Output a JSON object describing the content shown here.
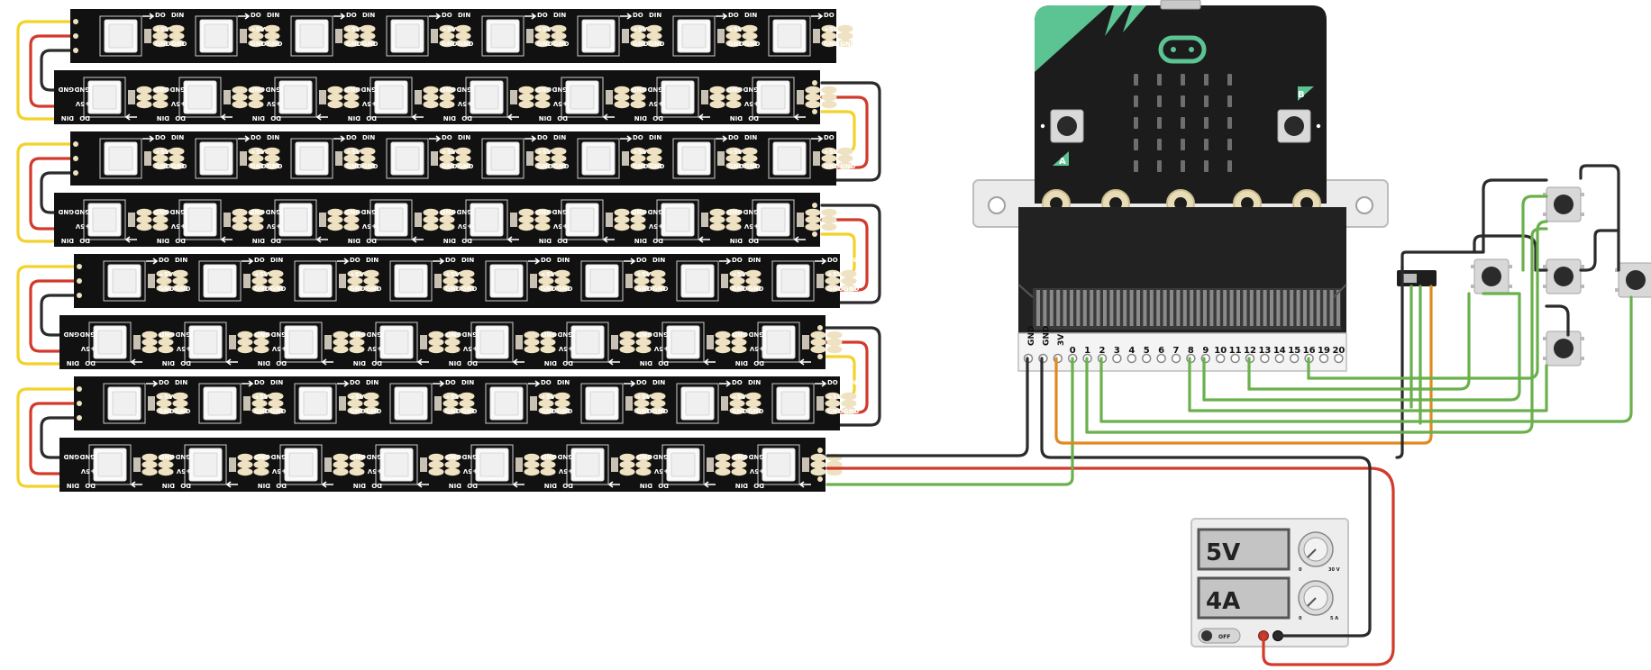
{
  "strip": {
    "pad_din": "DIN",
    "pad_do": "DO",
    "pad_vcc": "+5V",
    "pad_gnd": "GND",
    "rows": 8,
    "pixels_per_row": 8
  },
  "edge_connector": {
    "labels": [
      "GND",
      "GND",
      "3V",
      "0",
      "1",
      "2",
      "3",
      "4",
      "5",
      "6",
      "7",
      "8",
      "9",
      "10",
      "11",
      "12",
      "13",
      "14",
      "15",
      "16",
      "19",
      "20"
    ],
    "dim_labels": [
      "3",
      "4",
      "6",
      "7",
      "9",
      "10",
      "12",
      "19",
      "20"
    ]
  },
  "microbit": {
    "button_a_label": "A",
    "button_b_label": "B"
  },
  "psu": {
    "voltage_display": "5V",
    "current_display": "4A",
    "switch_label": "OFF",
    "knob_v_max": "30 V",
    "knob_a_max": "5 A",
    "knob_min": "0"
  },
  "colors": {
    "wire_red": "#d23a2c",
    "wire_black": "#2b2b2b",
    "wire_yellow": "#f2d22b",
    "wire_green": "#6ab04c",
    "wire_orange": "#e08a1e",
    "strip_bg": "#111111",
    "pad": "#efe2c2",
    "microbit_green": "#5cc493"
  }
}
